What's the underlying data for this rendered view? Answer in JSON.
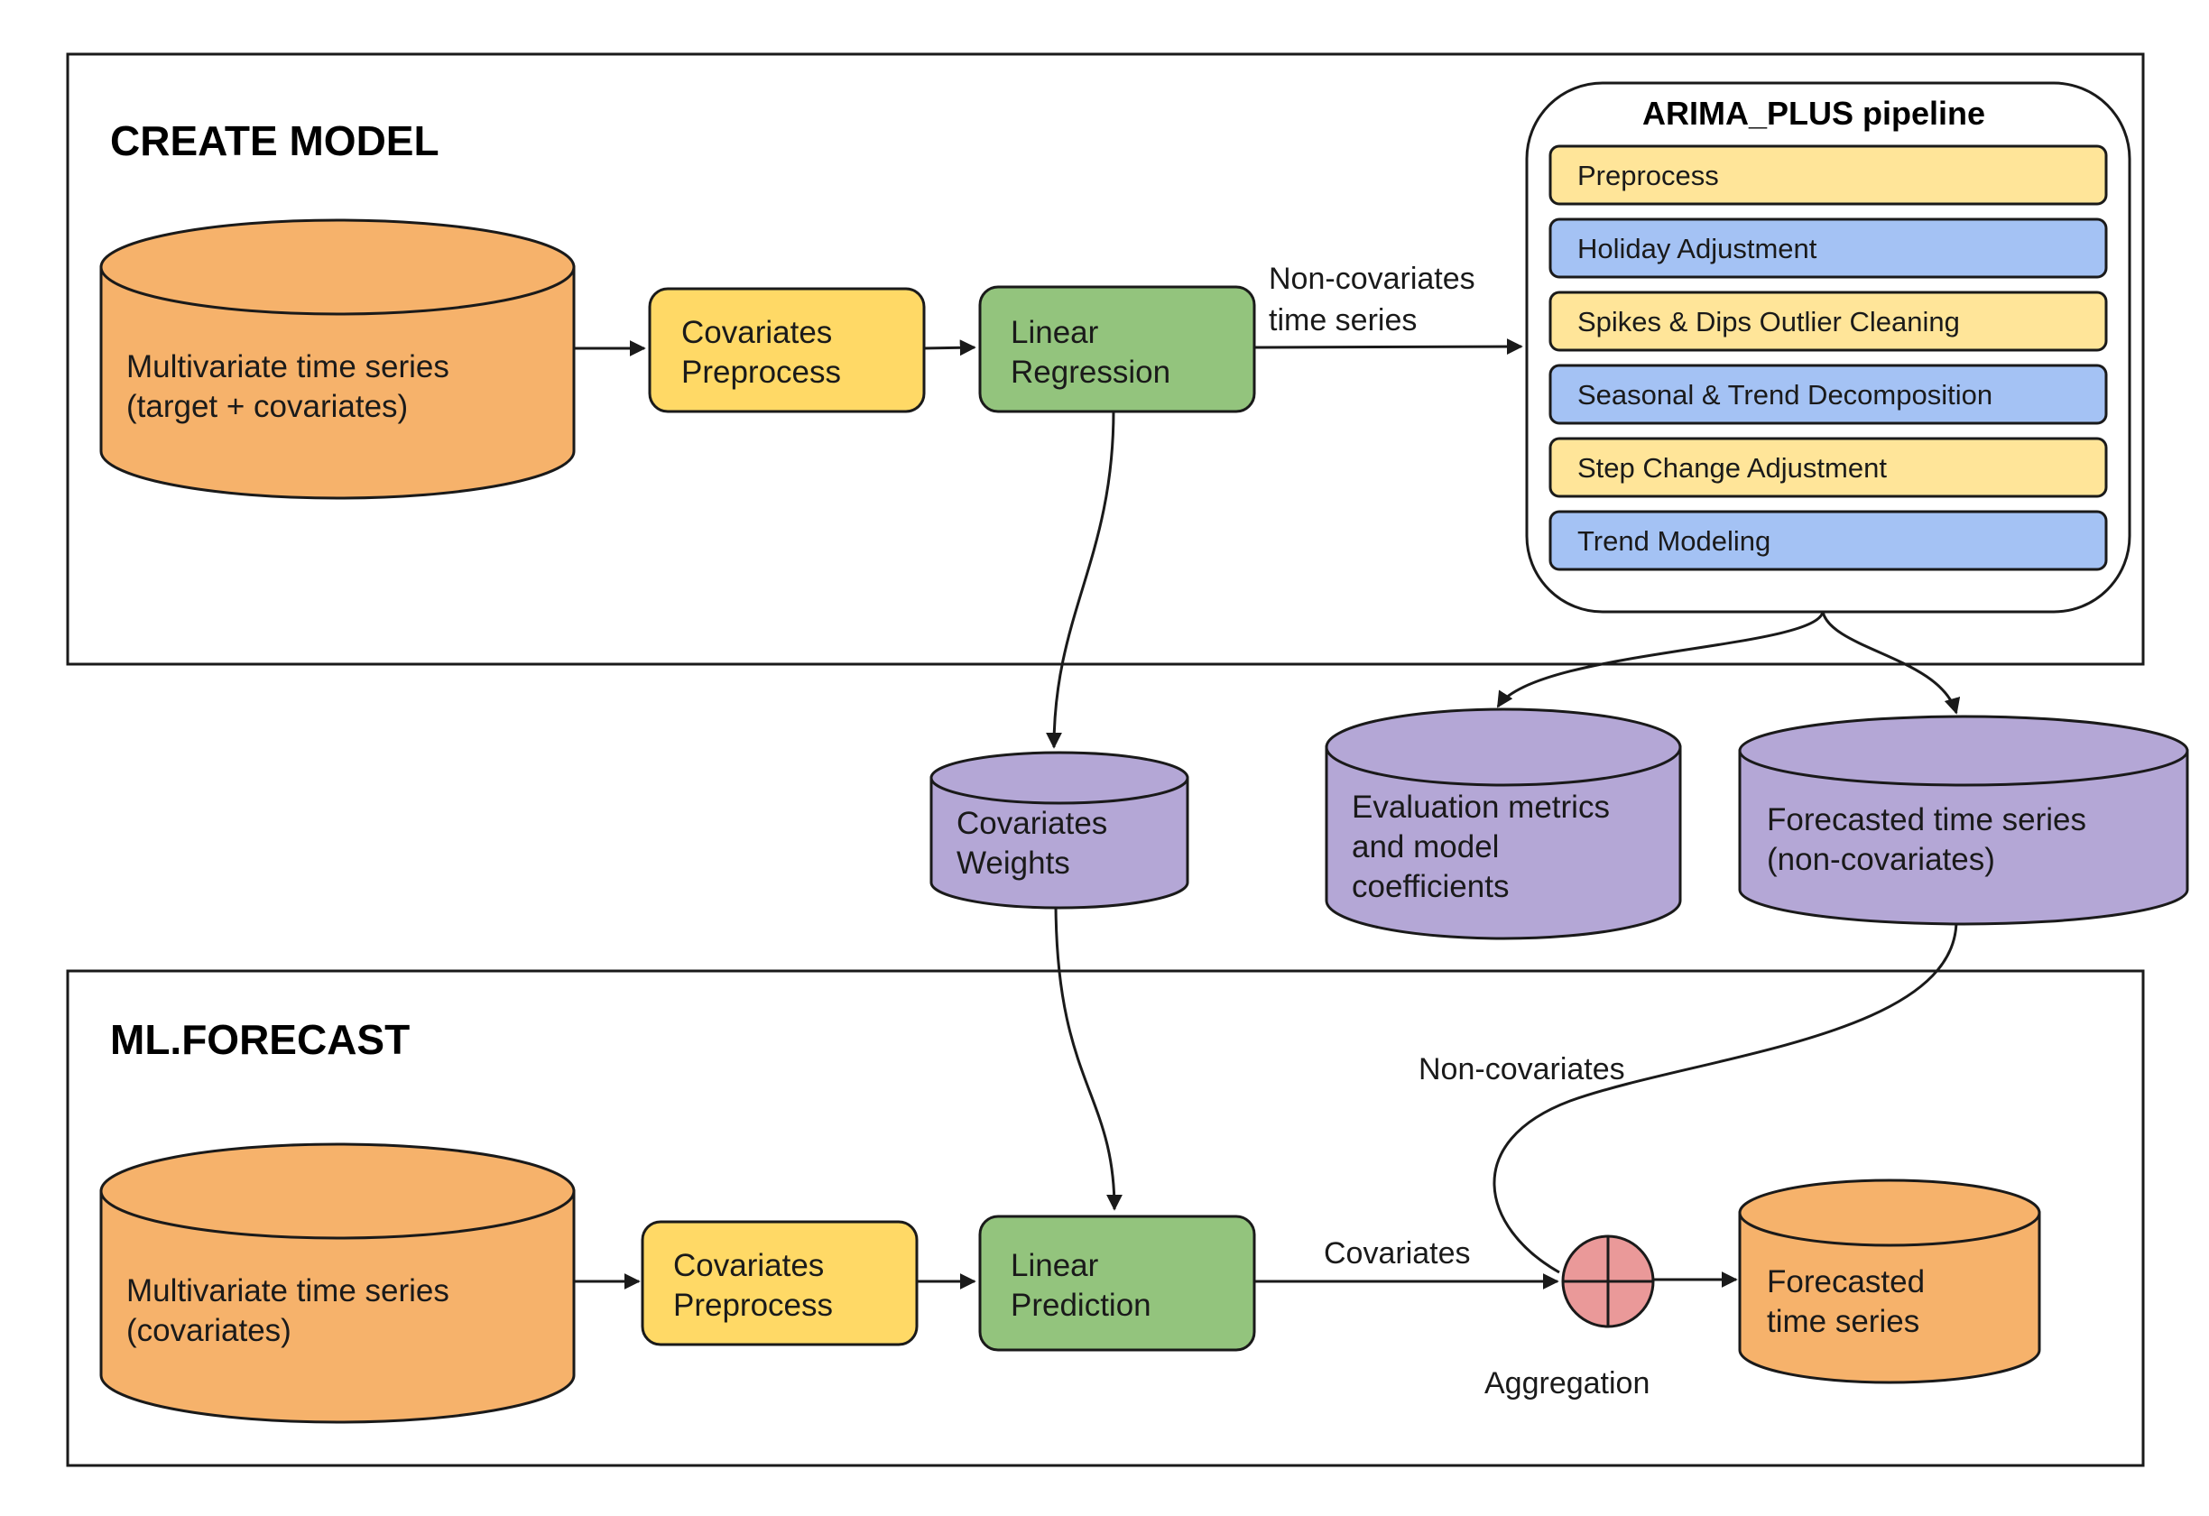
{
  "colors": {
    "orange": "#F6B26B",
    "yellow": "#FFD966",
    "green": "#93C47D",
    "purple": "#B4A7D6",
    "light_yellow": "#FFE599",
    "light_blue": "#A4C2F4",
    "aggregation_pink": "#EA9999",
    "line": "#1a1a1a"
  },
  "create_model": {
    "title": "CREATE MODEL",
    "input": {
      "line1": "Multivariate time series",
      "line2": "(target + covariates)"
    },
    "preprocess": {
      "line1": "Covariates",
      "line2": "Preprocess"
    },
    "regression": {
      "line1": "Linear",
      "line2": "Regression"
    },
    "edge_label": {
      "line1": "Non-covariates",
      "line2": "time series"
    }
  },
  "pipeline": {
    "title": "ARIMA_PLUS pipeline",
    "steps": [
      {
        "label": "Preprocess",
        "color": "#FFE599"
      },
      {
        "label": "Holiday Adjustment",
        "color": "#A4C2F4"
      },
      {
        "label": "Spikes & Dips Outlier Cleaning",
        "color": "#FFE599"
      },
      {
        "label": "Seasonal & Trend Decomposition",
        "color": "#A4C2F4"
      },
      {
        "label": "Step Change Adjustment",
        "color": "#FFE599"
      },
      {
        "label": "Trend Modeling",
        "color": "#A4C2F4"
      }
    ]
  },
  "outputs": {
    "weights": {
      "line1": "Covariates",
      "line2": "Weights"
    },
    "metrics": {
      "line1": "Evaluation metrics",
      "line2": "and model",
      "line3": "coefficients"
    },
    "forecast_noncov": {
      "line1": "Forecasted time series",
      "line2": "(non-covariates)"
    }
  },
  "ml_forecast": {
    "title": "ML.FORECAST",
    "input": {
      "line1": "Multivariate time series",
      "line2": "(covariates)"
    },
    "preprocess": {
      "line1": "Covariates",
      "line2": "Preprocess"
    },
    "prediction": {
      "line1": "Linear",
      "line2": "Prediction"
    },
    "covariates_label": "Covariates",
    "noncovariates_label": "Non-covariates",
    "aggregation_label": "Aggregation",
    "output": {
      "line1": "Forecasted",
      "line2": "time series"
    }
  }
}
